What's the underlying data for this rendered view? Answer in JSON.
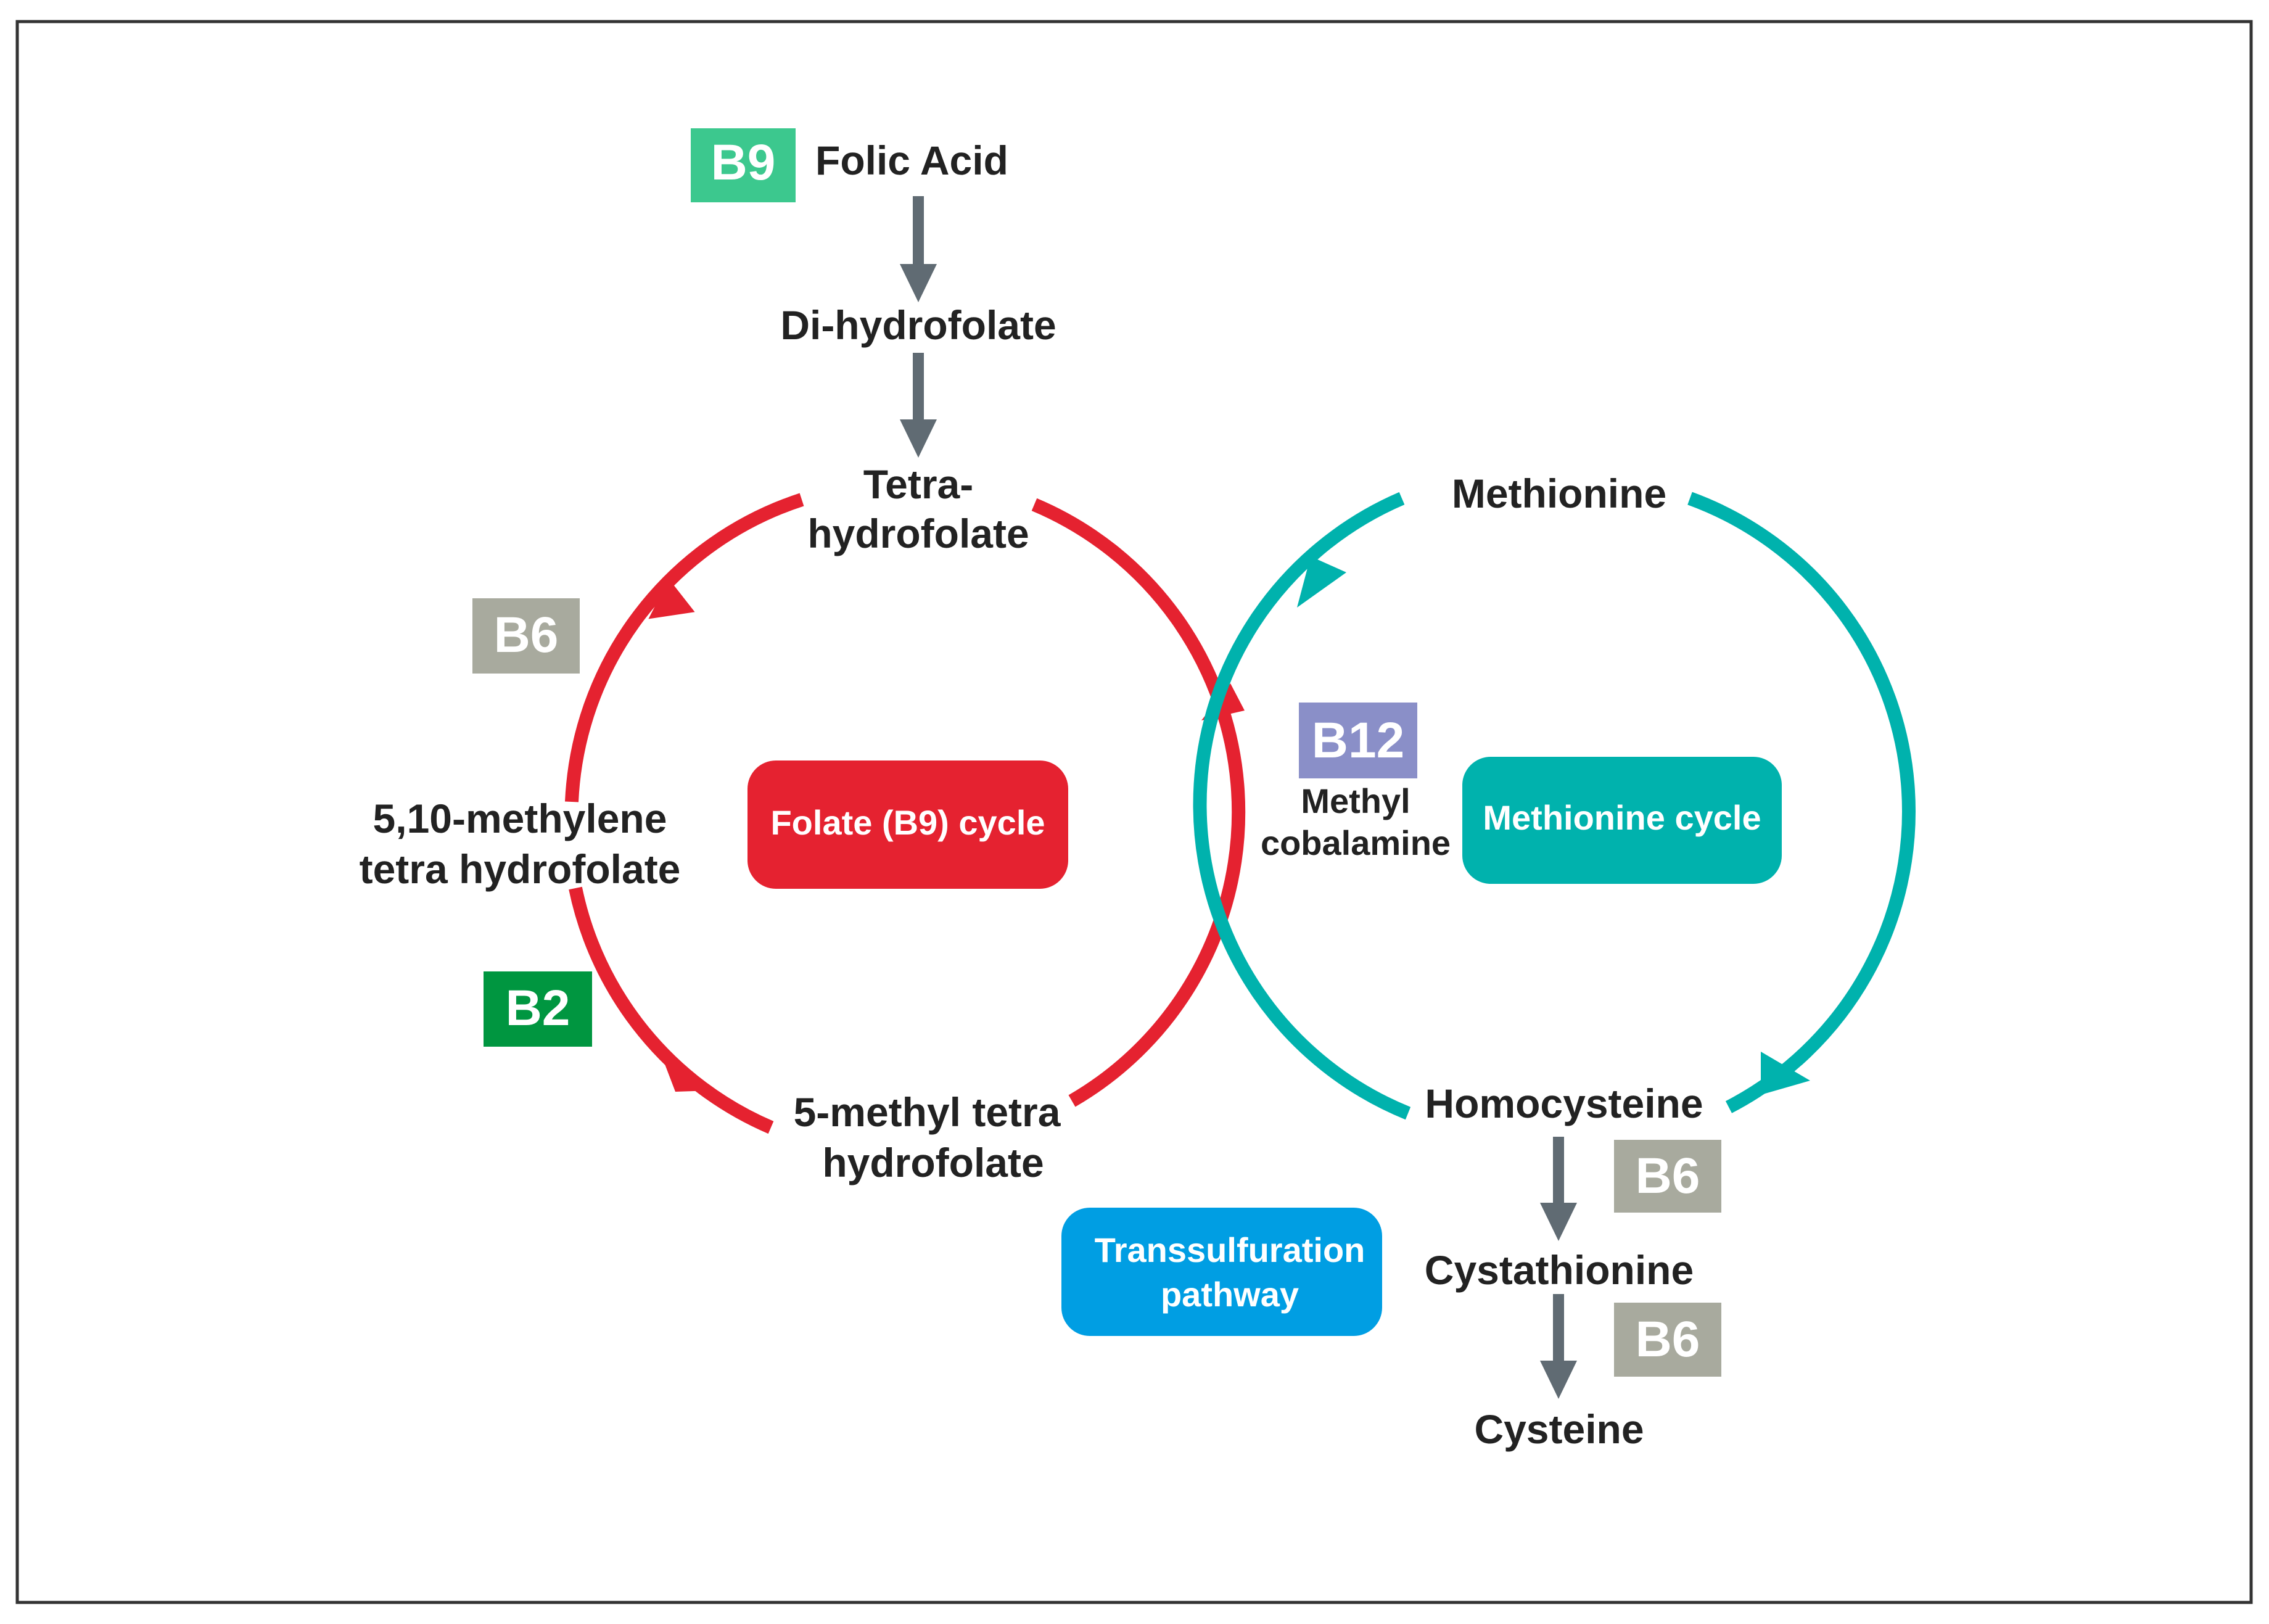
{
  "nodes": {
    "folic_acid": "Folic Acid",
    "dihydrofolate": "Di-hydrofolate",
    "tetrahydrofolate_line1": "Tetra-",
    "tetrahydrofolate_line2": "hydrofolate",
    "methylene_line1": "5,10-methylene",
    "methylene_line2": "tetra hydrofolate",
    "methyl_thf_line1": "5-methyl tetra",
    "methyl_thf_line2": "hydrofolate",
    "methionine": "Methionine",
    "homocysteine": "Homocysteine",
    "cystathionine": "Cystathionine",
    "cysteine": "Cysteine",
    "methylcobalamine_line1": "Methyl",
    "methylcobalamine_line2": "cobalamine"
  },
  "badges": {
    "b9": "B9",
    "b6_folate": "B6",
    "b2": "B2",
    "b12": "B12",
    "b6_cystathionine": "B6",
    "b6_cysteine": "B6"
  },
  "labels": {
    "folate_cycle": "Folate (B9) cycle",
    "methionine_cycle": "Methionine cycle",
    "transsulfuration_line1": "Transsulfuration",
    "transsulfuration_line2": "pathway"
  },
  "colors": {
    "folate_red": "#e52230",
    "methionine_teal": "#00b2ad",
    "transsulfuration_blue": "#009ee3",
    "b9_green": "#3cc88e",
    "b2_green": "#009640",
    "b6_gray": "#a8aa9e",
    "b12_purple": "#8a8fc8",
    "arrow_gray": "#606b73",
    "text_dark": "#222222"
  }
}
